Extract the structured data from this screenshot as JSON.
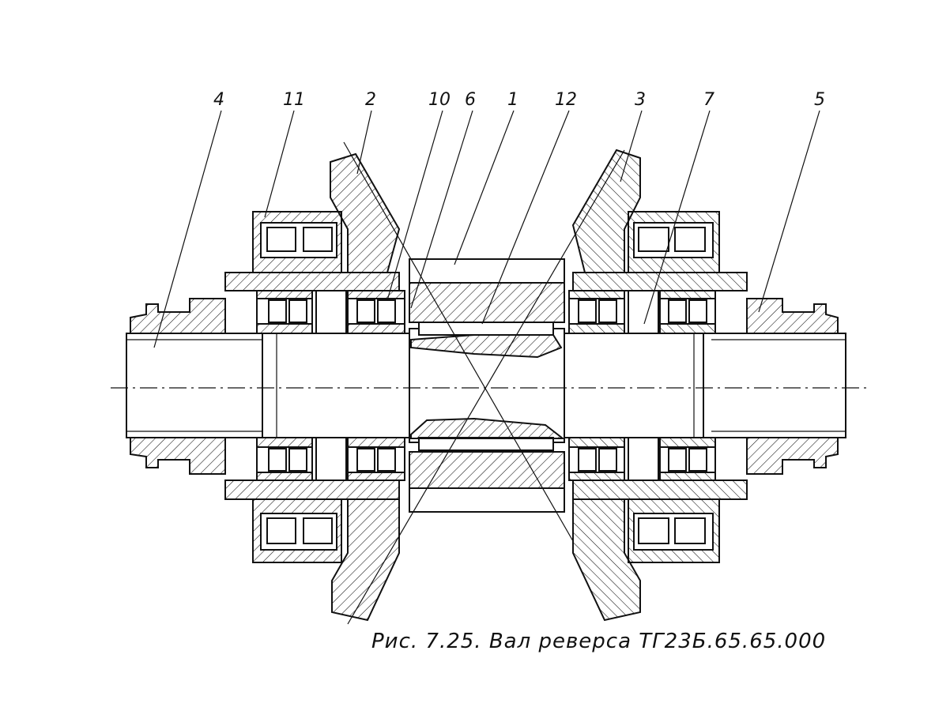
{
  "labels": {
    "l4": "4",
    "l11": "11",
    "l2": "2",
    "l10": "10",
    "l6": "6",
    "l1": "1",
    "l12": "12",
    "l3": "3",
    "l7": "7",
    "l5": "5"
  },
  "caption": "Рис. 7.25. Вал реверса ТГ23Б.65.65.000"
}
